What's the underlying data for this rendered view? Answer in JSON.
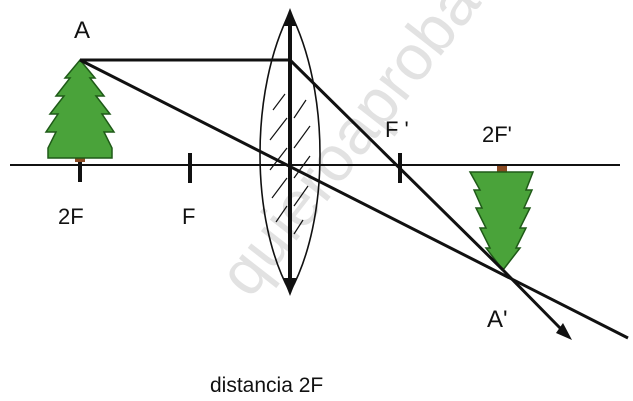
{
  "colors": {
    "ink": "#111111",
    "tree_green": "#4aa33a",
    "tree_outline": "#1f5a18",
    "trunk_brown": "#8a4a22",
    "watermark": "#d8d8d8"
  },
  "labels": {
    "object_point": "A",
    "image_point": "A'",
    "focus_left": "F",
    "two_focus_left": "2F",
    "focus_right": "F '",
    "two_focus_right": "2F'",
    "caption": "distancia  2F"
  },
  "watermark": {
    "text": "quieroaprobar"
  },
  "icons": {
    "object": "tree-icon",
    "image": "inverted-tree-icon",
    "lens": "convex-lens-icon"
  }
}
